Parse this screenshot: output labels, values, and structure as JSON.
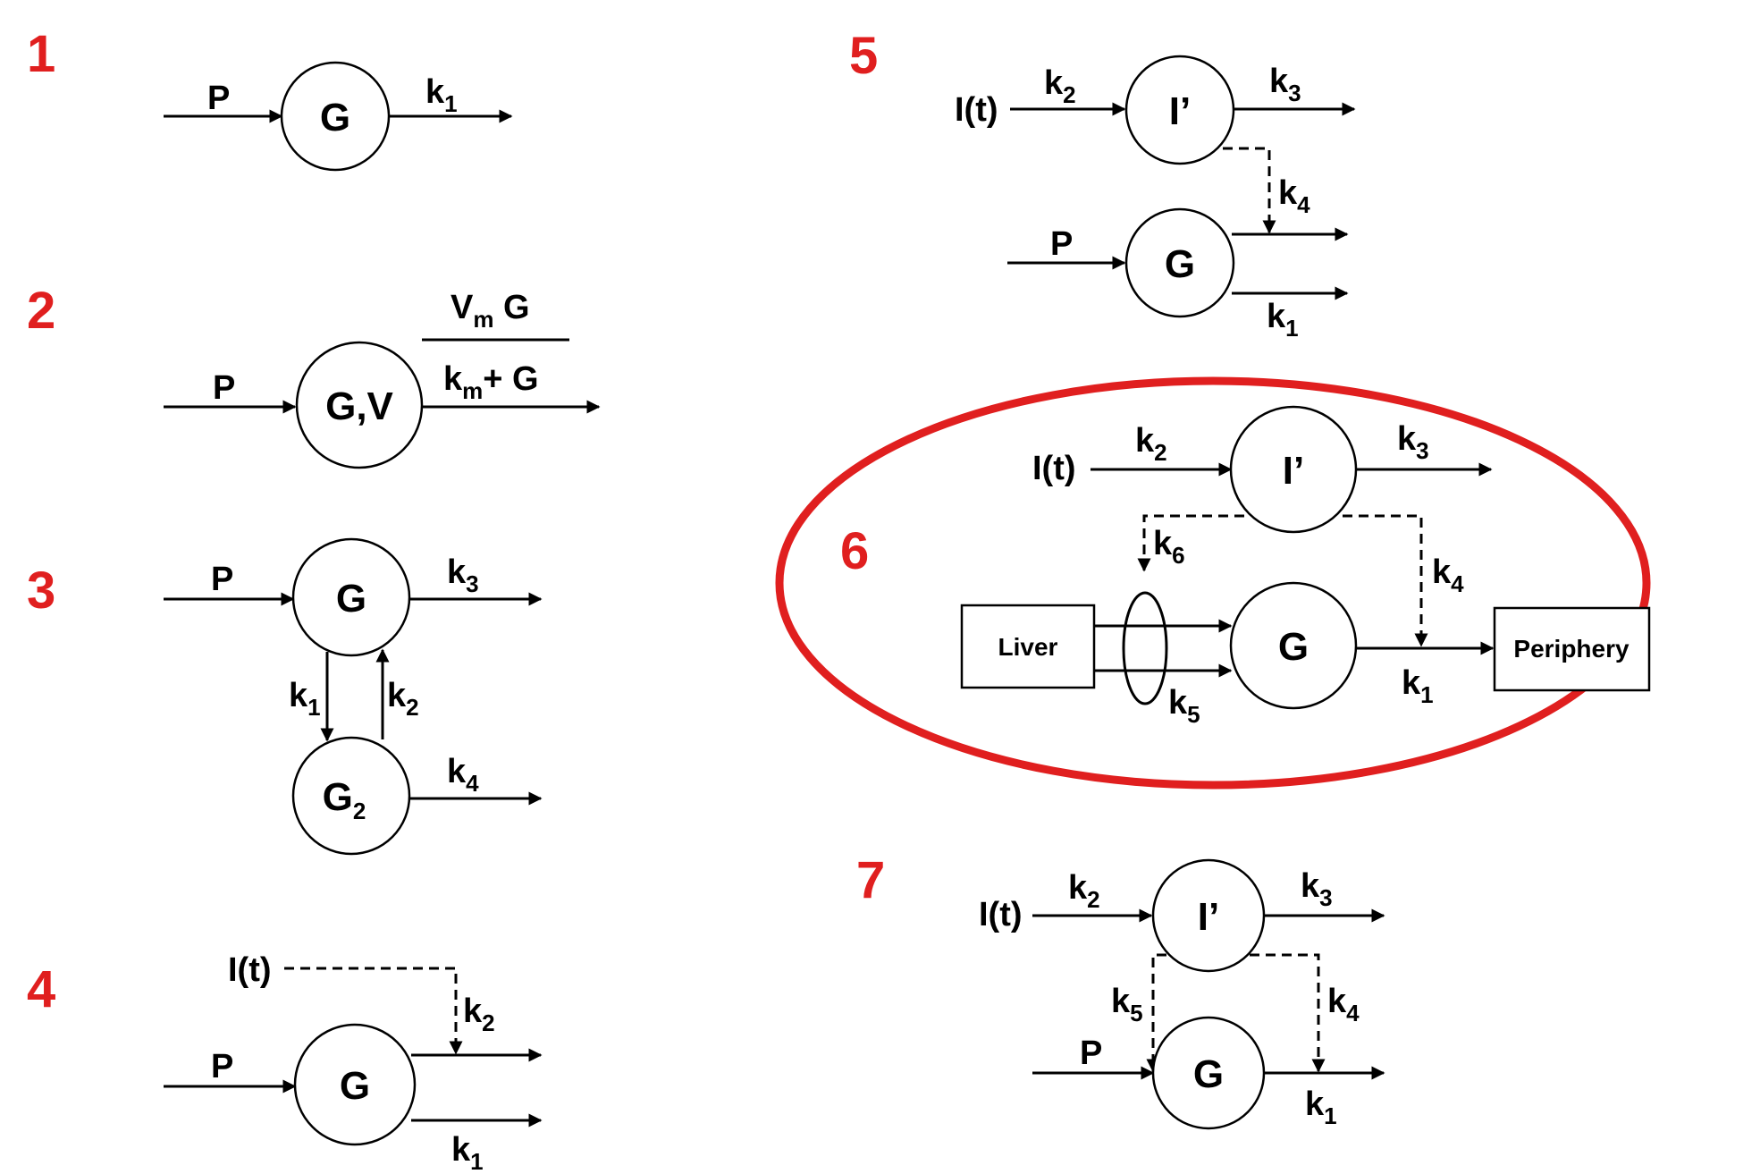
{
  "colors": {
    "ink": "#000000",
    "accent": "#e01f1f"
  },
  "model1": {
    "number": "1",
    "node": "G",
    "input": "P",
    "out_k": "k",
    "out_sub": "1"
  },
  "model2": {
    "number": "2",
    "node": "G,V",
    "input": "P",
    "num_a": "V",
    "num_a_sub": "m",
    "num_b": " G",
    "den_a": "k",
    "den_a_sub": "m",
    "den_b": "+ G"
  },
  "model3": {
    "number": "3",
    "node_top": "G",
    "node_bottom": "G",
    "node_bottom_sub": "2",
    "input": "P",
    "k3": "k",
    "k3_sub": "3",
    "k1": "k",
    "k1_sub": "1",
    "k2": "k",
    "k2_sub": "2",
    "k4": "k",
    "k4_sub": "4"
  },
  "model4": {
    "number": "4",
    "insulin": "I(t)",
    "node": "G",
    "input": "P",
    "k2": "k",
    "k2_sub": "2",
    "k1": "k",
    "k1_sub": "1"
  },
  "model5": {
    "number": "5",
    "insulin": "I(t)",
    "node_i": "I’",
    "node_g": "G",
    "input": "P",
    "k2": "k",
    "k2_sub": "2",
    "k3": "k",
    "k3_sub": "3",
    "k4": "k",
    "k4_sub": "4",
    "k1": "k",
    "k1_sub": "1"
  },
  "model6": {
    "number": "6",
    "insulin": "I(t)",
    "node_i": "I’",
    "node_g": "G",
    "liver": "Liver",
    "periphery": "Periphery",
    "k2": "k",
    "k2_sub": "2",
    "k3": "k",
    "k3_sub": "3",
    "k6": "k",
    "k6_sub": "6",
    "k4": "k",
    "k4_sub": "4",
    "k5": "k",
    "k5_sub": "5",
    "k1": "k",
    "k1_sub": "1"
  },
  "model7": {
    "number": "7",
    "insulin": "I(t)",
    "node_i": "I’",
    "node_g": "G",
    "input": "P",
    "k2": "k",
    "k2_sub": "2",
    "k3": "k",
    "k3_sub": "3",
    "k5": "k",
    "k5_sub": "5",
    "k4": "k",
    "k4_sub": "4",
    "k1": "k",
    "k1_sub": "1"
  }
}
